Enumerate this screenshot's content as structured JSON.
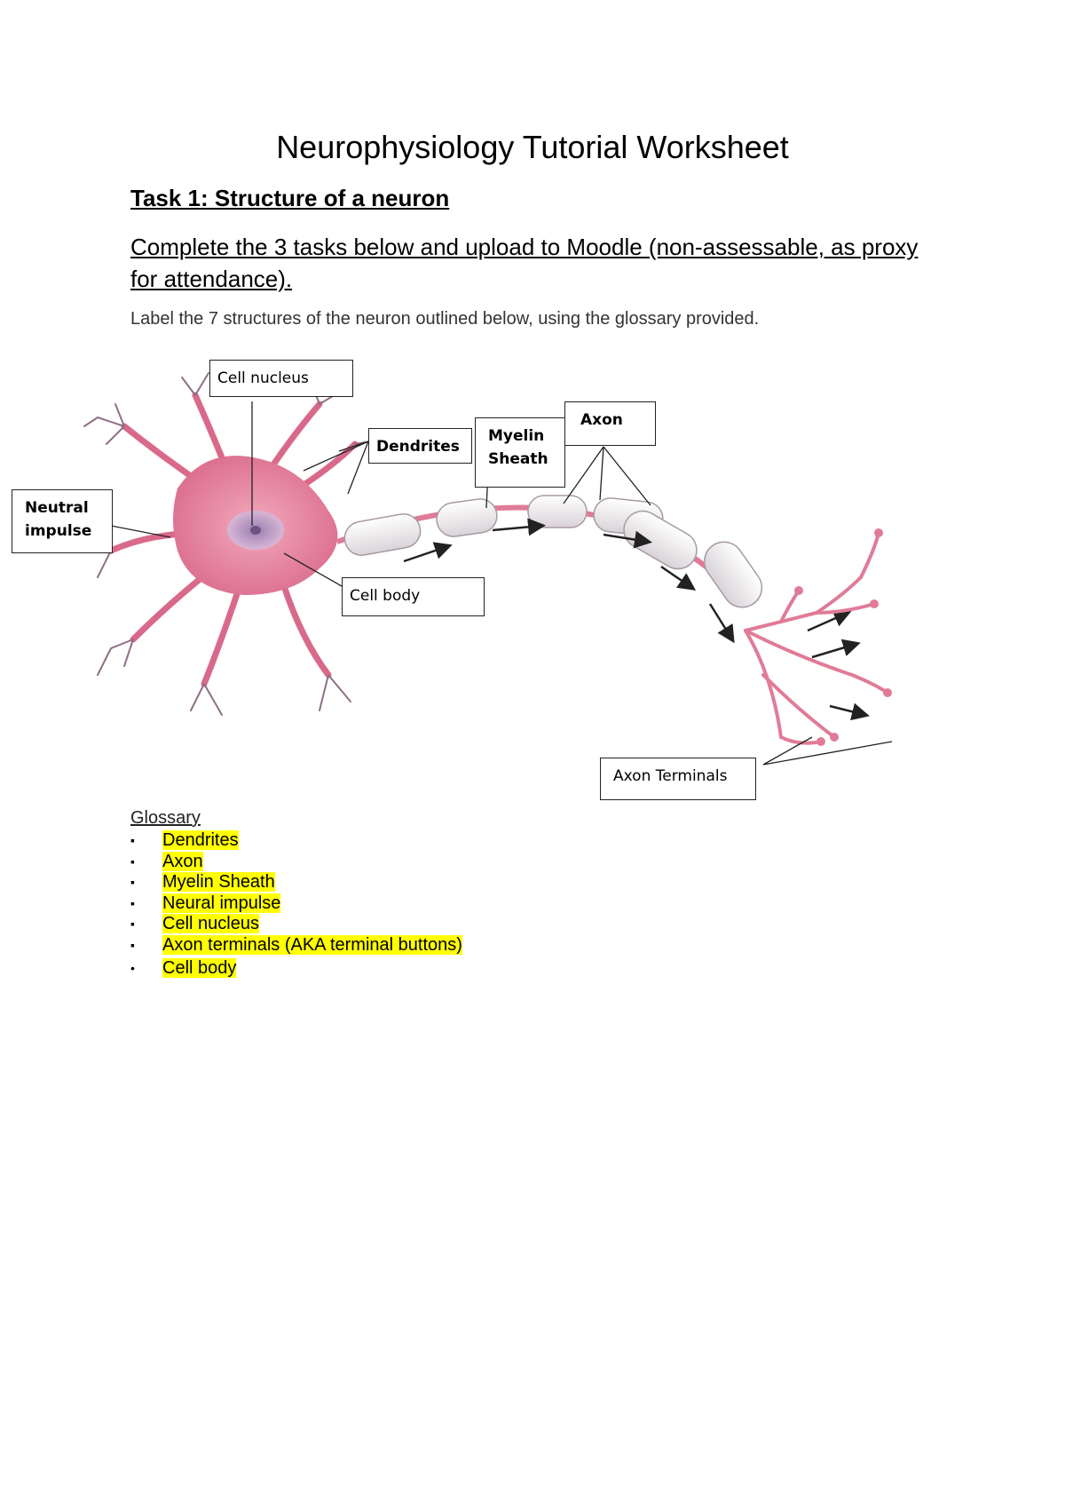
{
  "document": {
    "title": "Neurophysiology Tutorial Worksheet",
    "task_heading": "Task 1: Structure of a neuron",
    "instructions": "Complete the 3 tasks below and upload to Moodle (non-assessable, as proxy for attendance).",
    "prompt": "Label the 7 structures of the neuron outlined below, using the glossary provided."
  },
  "diagram": {
    "labels": {
      "cell_nucleus": "Cell nucleus",
      "dendrites": "Dendrites",
      "myelin_sheath": "Myelin Sheath",
      "axon": "Axon",
      "neutral_impulse": "Neutral impulse",
      "cell_body": "Cell body",
      "axon_terminals": "Axon Terminals"
    },
    "colors": {
      "neuron_pink": "#e07b97",
      "myelin": "#f4f1f3"
    }
  },
  "glossary": {
    "title": "Glossary",
    "items": [
      "Dendrites",
      "Axon",
      "Myelin Sheath",
      "Neural impulse",
      "Cell nucleus",
      "Axon terminals (AKA terminal buttons)",
      "Cell body"
    ]
  }
}
